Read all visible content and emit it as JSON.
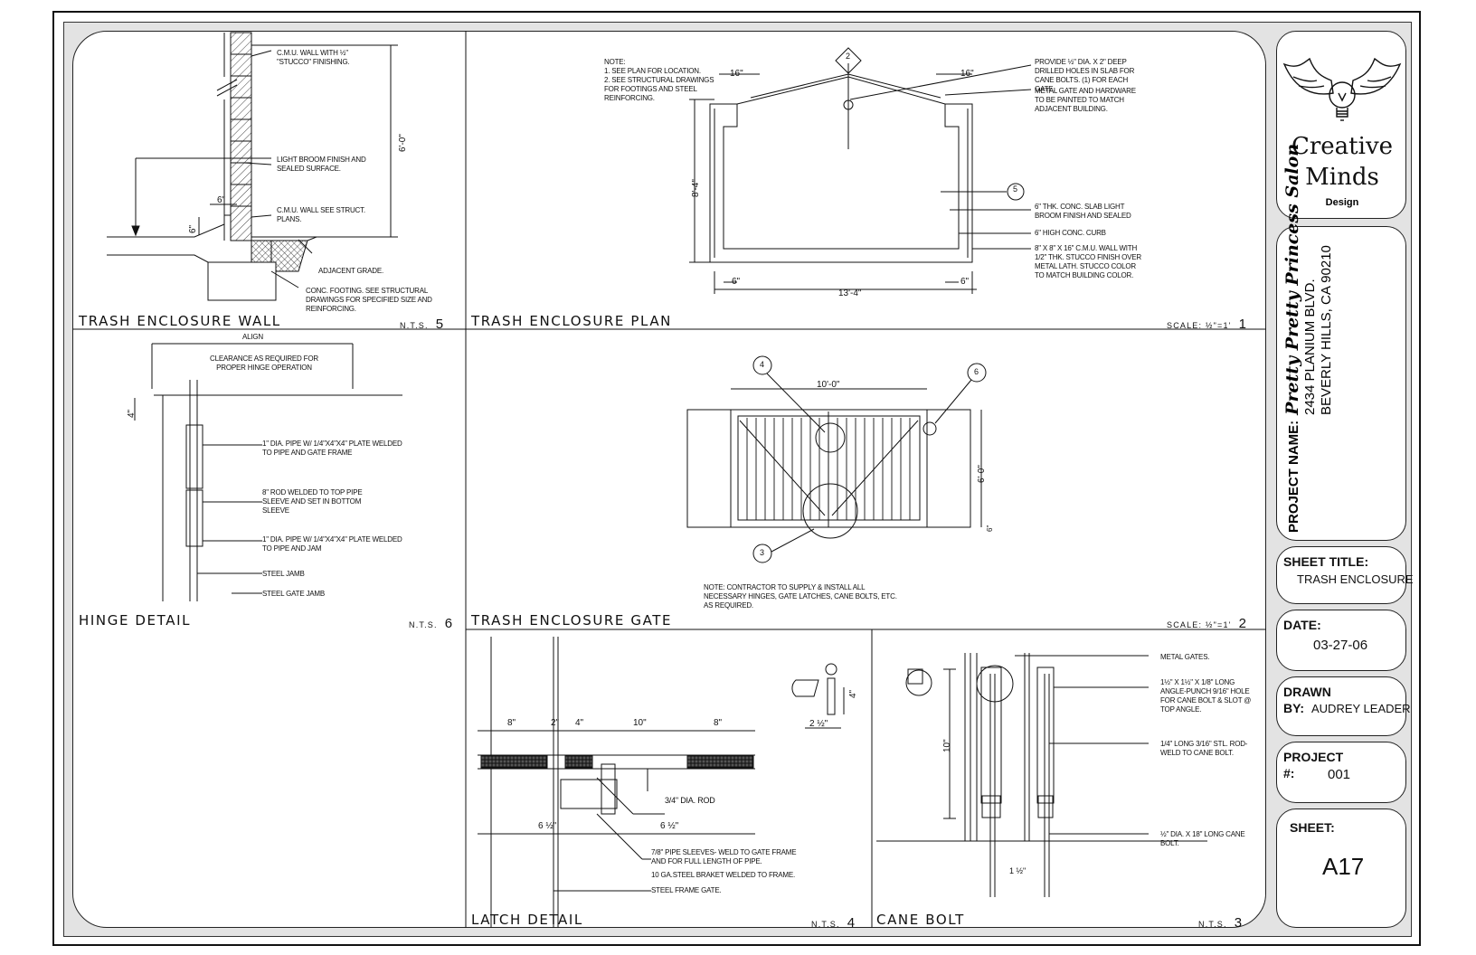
{
  "panels": {
    "wall": {
      "title": "TRASH ENCLOSURE WALL",
      "scale": "N.T.S.",
      "number": "5",
      "notes": [
        "C.M.U. WALL WITH ½\" \"STUCCO\" FINISHING.",
        "LIGHT BROOM FINISH AND SEALED SURFACE.",
        "C.M.U. WALL SEE STRUCT. PLANS.",
        "ADJACENT GRADE.",
        "CONC. FOOTING. SEE STRUCTURAL DRAWINGS FOR SPECIFIED SIZE AND REINFORCING."
      ],
      "dims": {
        "height": "6'-0\"",
        "curb_w": "6\"",
        "curb_h": "6\""
      }
    },
    "plan": {
      "title": "TRASH ENCLOSURE PLAN",
      "scale": "SCALE: ½\"=1'",
      "number": "1",
      "note_header": "NOTE:",
      "notes_left": [
        "1.  SEE PLAN FOR LOCATION.",
        "2.  SEE STRUCTURAL DRAWINGS FOR FOOTINGS AND STEEL REINFORCING."
      ],
      "notes_right": [
        "PROVIDE ½\" DIA. x 2\" DEEP DRILLED HOLES IN SLAB FOR CANE BOLTS. (1) FOR EACH GATE.",
        "METAL GATE AND HARDWARE TO BE PAINTED TO MATCH ADJACENT BUILDING.",
        "6\" THK. CONC. SLAB LIGHT BROOM FINISH AND SEALED",
        "6\" HIGH CONC. CURB",
        "8\" x 8\" x 16\" C.M.U. WALL WITH 1/2\" THK. STUCCO FINISH OVER METAL LATH. STUCCO COLOR TO MATCH BUILDING COLOR."
      ],
      "dims": {
        "left": "16\"",
        "right": "16\"",
        "height": "8'-4\"",
        "width": "13'-4\"",
        "corner_l": "6\"",
        "corner_r": "6\""
      },
      "callouts": {
        "top": "2",
        "right": "5"
      }
    },
    "hinge": {
      "title": "HINGE DETAIL",
      "scale": "N.T.S.",
      "number": "6",
      "notes": [
        "ALIGN",
        "CLEARANCE AS REQUIRED FOR PROPER HINGE OPERATION",
        "1\" DIA. PIPE W/ 1/4\"X4\"X4\" PLATE WELDED TO PIPE AND GATE FRAME",
        "8\" ROD WELDED TO TOP PIPE SLEEVE AND SET IN BOTTOM SLEEVE",
        "1\" DIA. PIPE W/ 1/4\"X4\"X4\" PLATE WELDED TO PIPE AND JAM",
        "STEEL JAMB",
        "STEEL GATE JAMB"
      ],
      "dims": {
        "top": "4\""
      }
    },
    "gate": {
      "title": "TRASH ENCLOSURE GATE",
      "scale": "SCALE: ½\"=1'",
      "number": "2",
      "note": "NOTE: CONTRACTOR TO SUPPLY & INSTALL ALL NECESSARY HINGES, GATE LATCHES, CANE BOLTS, ETC. AS REQUIRED.",
      "dims": {
        "width": "10'-0\"",
        "height": "6'-0\"",
        "bottom": "6\""
      },
      "callouts": [
        "4",
        "6",
        "3"
      ]
    },
    "latch": {
      "title": "LATCH DETAIL",
      "scale": "N.T.S.",
      "number": "4",
      "dims": [
        "8\"",
        "2\"",
        "4\"",
        "10\"",
        "8\"",
        "6 ½\"",
        "6 ½\"",
        "2 ½\"",
        "4\""
      ],
      "notes": [
        "3/4\" DIA. ROD",
        "7/8\" PIPE SLEEVES- WELD TO GATE FRAME AND FOR FULL LENGTH OF PIPE.",
        "10 GA.STEEL BRAKET WELDED TO FRAME.",
        "STEEL FRAME GATE."
      ]
    },
    "cane": {
      "title": "CANE BOLT",
      "scale": "N.T.S.",
      "number": "3",
      "notes": [
        "METAL GATES.",
        "1½\" x 1½\" x 1/8\" LONG ANGLE-PUNCH 9/16\" HOLE FOR CANE BOLT & SLOT @ TOP ANGLE.",
        "1/4\" LONG 3/16\" STL. ROD-WELD TO CANE BOLT.",
        "½\" DIA. x 18\" LONG CANE BOLT."
      ],
      "dims": {
        "height": "10\"",
        "bottom": "1 ½\""
      }
    }
  },
  "title_block": {
    "logo_line1": "Creative",
    "logo_line2": "Minds",
    "logo_sub": "Design",
    "project_label": "PROJECT NAME:",
    "project_name": "Pretty Pretty Princess Salon",
    "address1": "2434 PLANIUM BLVD.",
    "address2": "BEVERLY HILLS, CA 90210",
    "sheet_title_label": "SHEET TITLE:",
    "sheet_title": "TRASH ENCLOSURE",
    "date_label": "DATE:",
    "date": "03-27-06",
    "drawn_label1": "DRAWN",
    "drawn_label2": "BY:",
    "drawn_by": "AUDREY LEADER",
    "project_no_label1": "PROJECT",
    "project_no_label2": "#:",
    "project_no": "001",
    "sheet_label": "SHEET:",
    "sheet_no": "A17"
  }
}
